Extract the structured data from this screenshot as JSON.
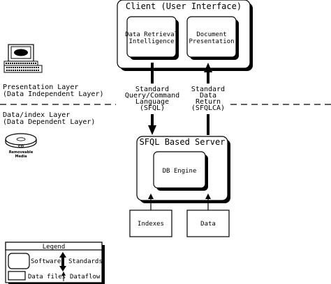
{
  "client": {
    "title": "Client (User Interface)",
    "module_left": [
      "Data Retrieval",
      "Intelligence"
    ],
    "module_right": [
      "Document",
      "Presentation"
    ]
  },
  "server": {
    "title": "SFQL Based Server",
    "engine": "DB Engine"
  },
  "stores": {
    "indexes": "Indexes",
    "data": "Data"
  },
  "interfaces": {
    "query": [
      "Standard",
      "Query/Command",
      "Language",
      "(SFQL)"
    ],
    "return": [
      "Standard",
      "Data",
      "Return",
      "(SFQLCA)"
    ]
  },
  "layers": {
    "presentation": [
      "Presentation Layer",
      "(Data Independent Layer)"
    ],
    "data_index": [
      "Data/index Layer",
      "(Data Dependent Layer)"
    ],
    "media_label": [
      "CD",
      "Removeable",
      "Media"
    ]
  },
  "legend": {
    "title": "Legend",
    "software": "Software",
    "standards": "Standards",
    "data_files": "Data files",
    "dataflow": "Dataflow"
  }
}
